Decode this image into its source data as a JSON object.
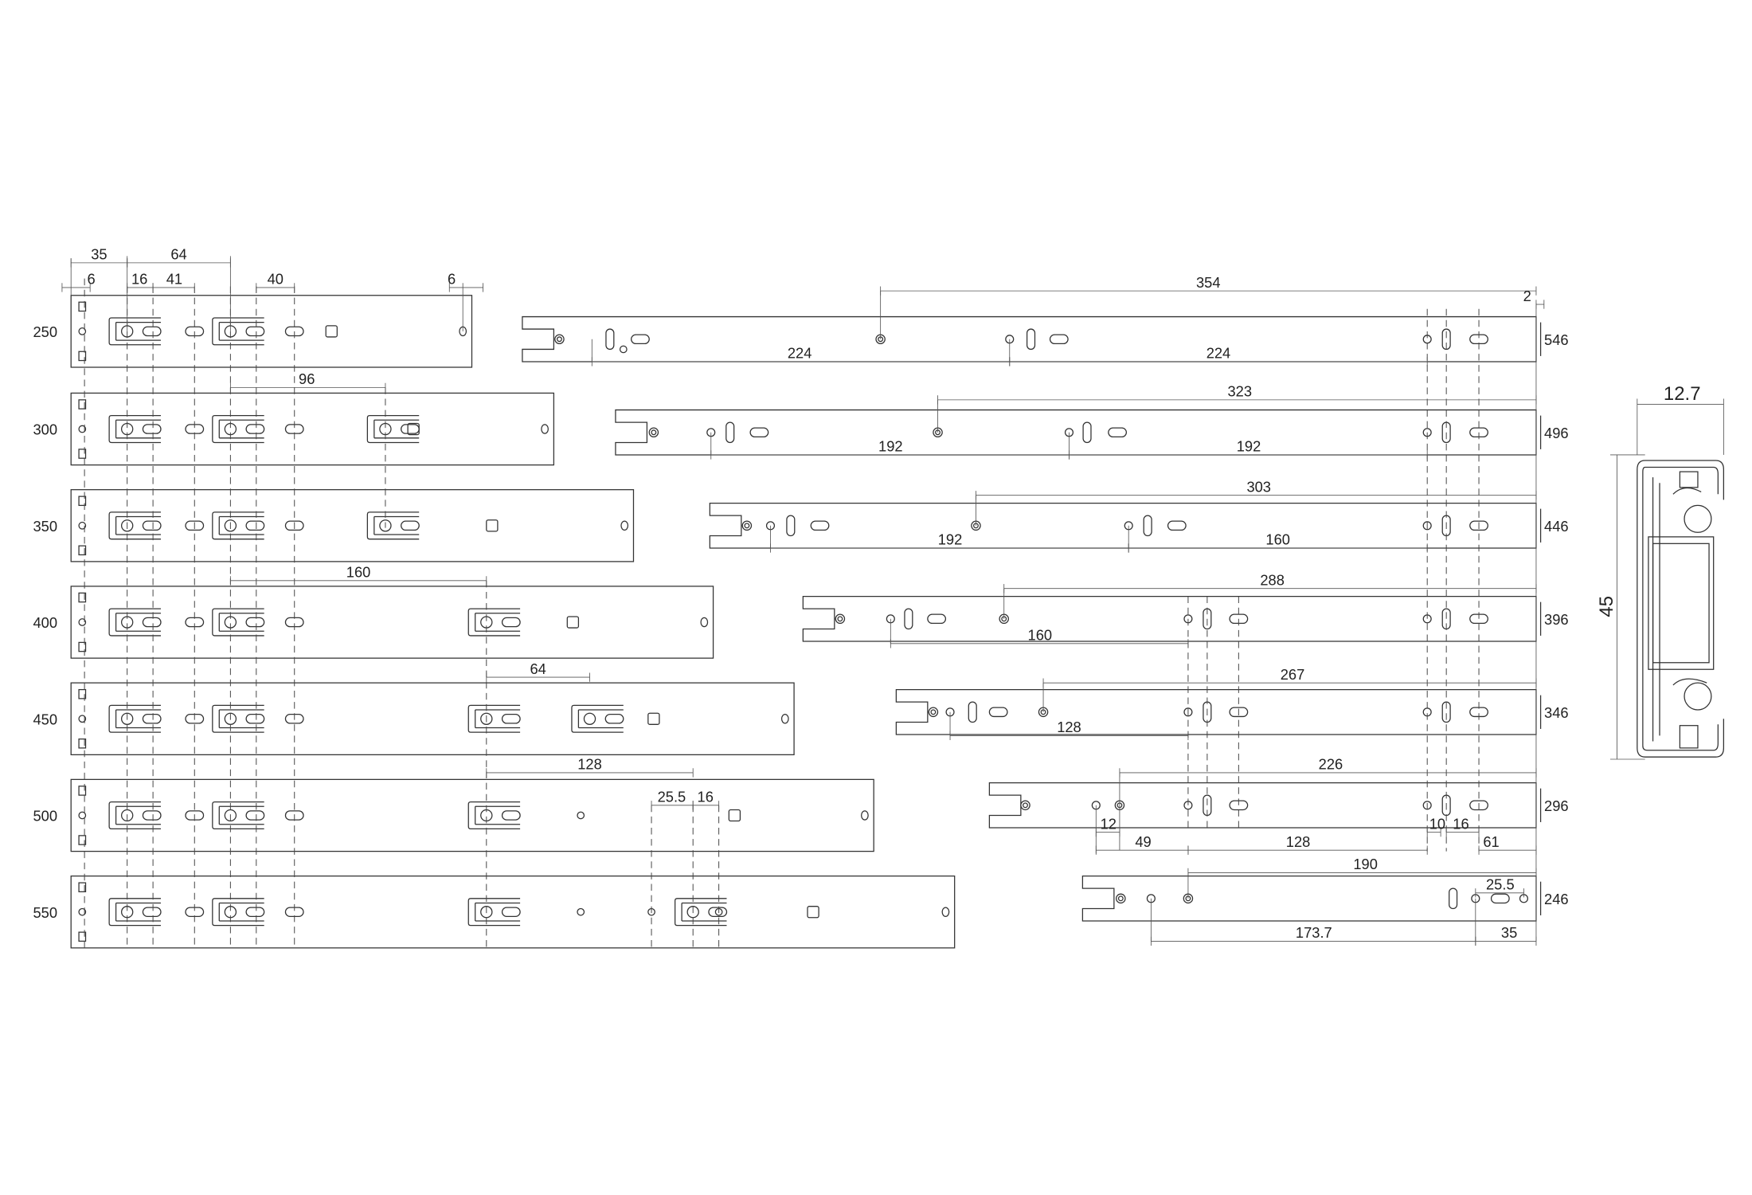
{
  "drawing": {
    "left_rails": [
      {
        "length": "250"
      },
      {
        "length": "300"
      },
      {
        "length": "350"
      },
      {
        "length": "400"
      },
      {
        "length": "450"
      },
      {
        "length": "500"
      },
      {
        "length": "550"
      }
    ],
    "right_rails": [
      {
        "length": "546"
      },
      {
        "length": "496"
      },
      {
        "length": "446"
      },
      {
        "length": "396"
      },
      {
        "length": "346"
      },
      {
        "length": "296"
      },
      {
        "length": "246"
      }
    ],
    "left_dims": [
      "35",
      "64",
      "6",
      "16",
      "41",
      "40",
      "6",
      "96",
      "160",
      "64",
      "128",
      "25.5",
      "16"
    ],
    "right_dims": [
      "354",
      "2",
      "224",
      "224",
      "323",
      "192",
      "192",
      "303",
      "192",
      "160",
      "288",
      "160",
      "267",
      "128",
      "226",
      "12",
      "49",
      "128",
      "10",
      "16",
      "61",
      "190",
      "25.5",
      "173.7",
      "35"
    ],
    "section": {
      "width": "12.7",
      "height": "45"
    }
  }
}
